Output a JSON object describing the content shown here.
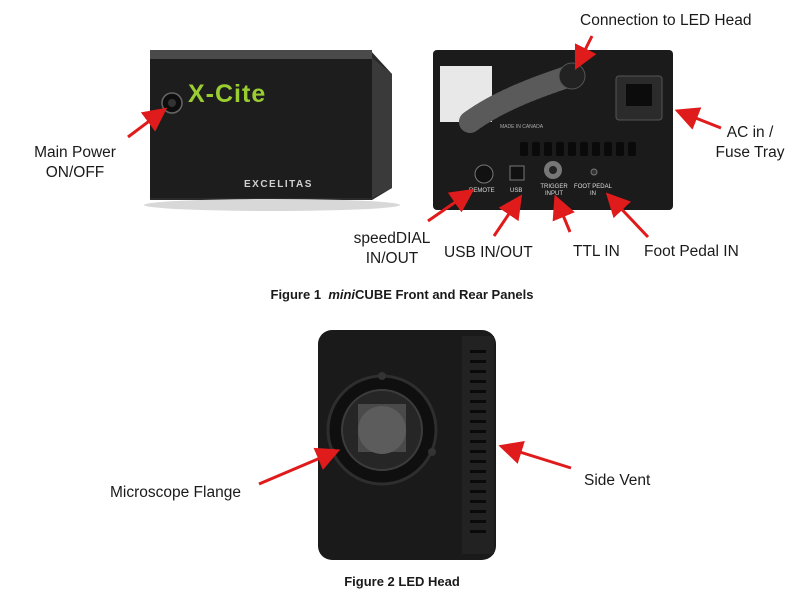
{
  "figure1": {
    "front_panel": {
      "brand_logo": "X-Cite",
      "maker_logo": "EXCELITAS"
    },
    "rear_panel": {
      "port_labels": [
        "REMOTE",
        "USB",
        "TRIGGER INPUT",
        "FOOT PEDAL IN"
      ],
      "made_in": "MADE IN CANADA"
    },
    "callouts": {
      "main_power_line1": "Main Power",
      "main_power_line2": "ON/OFF",
      "connection": "Connection to LED Head",
      "ac_in_line1": "AC in /",
      "ac_in_line2": "Fuse Tray",
      "speeddial_line1": "speedDIAL",
      "speeddial_line2": "IN/OUT",
      "usb": "USB IN/OUT",
      "ttl": "TTL IN",
      "foot_pedal": "Foot Pedal IN"
    },
    "caption": {
      "prefix": "Figure 1",
      "italic": "mini",
      "suffix": "CUBE Front and Rear Panels"
    }
  },
  "figure2": {
    "callouts": {
      "flange": "Microscope Flange",
      "vent": "Side Vent"
    },
    "caption": "Figure 2  LED Head"
  },
  "colors": {
    "arrow": "#e01b1b",
    "device": "#1c1c1c",
    "logo_green": "#9acd32"
  }
}
